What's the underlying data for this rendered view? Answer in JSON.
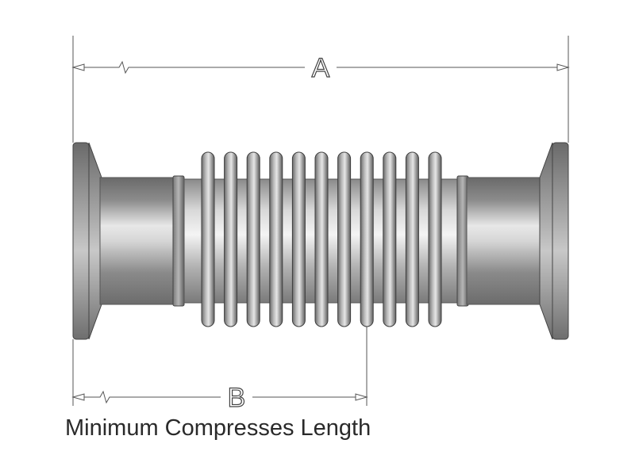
{
  "dimension_a": "A",
  "dimension_b": "B",
  "caption": "Minimum Compresses Length",
  "colors": {
    "line": "#555555",
    "metal_dark": "#6e6e6e",
    "metal_light": "#f2f2f2",
    "text": "#2a2a2a"
  }
}
